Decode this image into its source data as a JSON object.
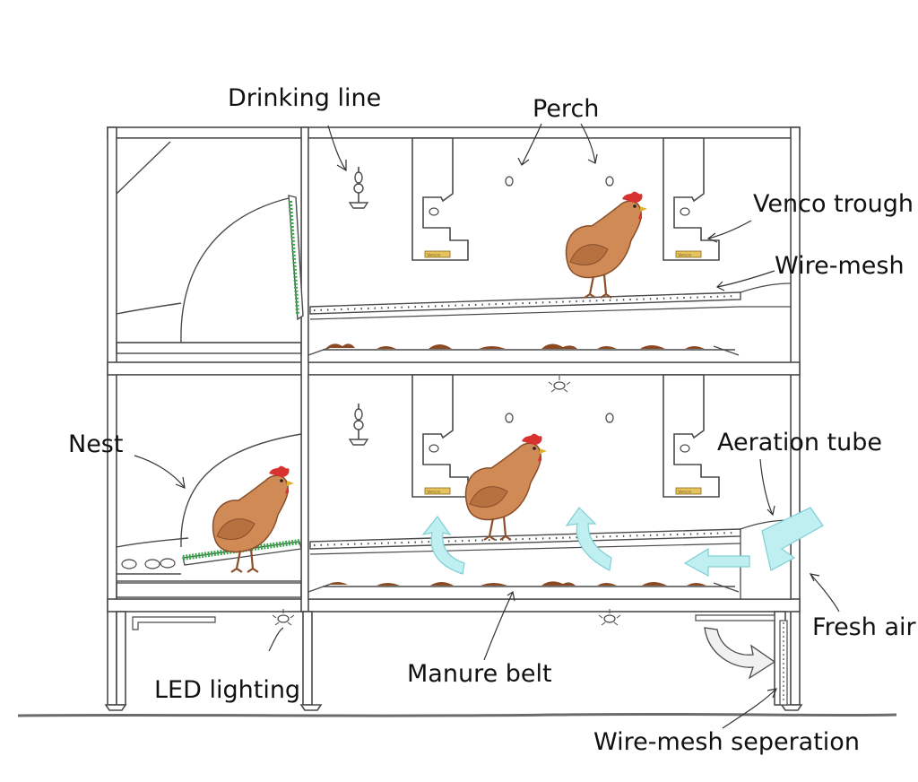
{
  "labels": {
    "drinking_line": "Drinking line",
    "perch": "Perch",
    "venco_trough": "Venco trough",
    "wire_mesh": "Wire-mesh",
    "nest": "Nest",
    "aeration_tube": "Aeration tube",
    "fresh_air": "Fresh air",
    "led_lighting": "LED lighting",
    "manure_belt": "Manure belt",
    "wire_mesh_separation": "Wire-mesh seperation"
  },
  "trough_marking": "Venco",
  "colors": {
    "outline": "#4a4a4a",
    "hen_body": "#cf8a55",
    "hen_dark": "#8a4e2a",
    "comb": "#d8322f",
    "manure": "#8b4a24",
    "grass": "#39a64b",
    "airflow": "#bfeff0",
    "airflow_edge": "#7fcfd4",
    "trough_feed": "#e6c35c",
    "ground": "#6b6b6b"
  }
}
